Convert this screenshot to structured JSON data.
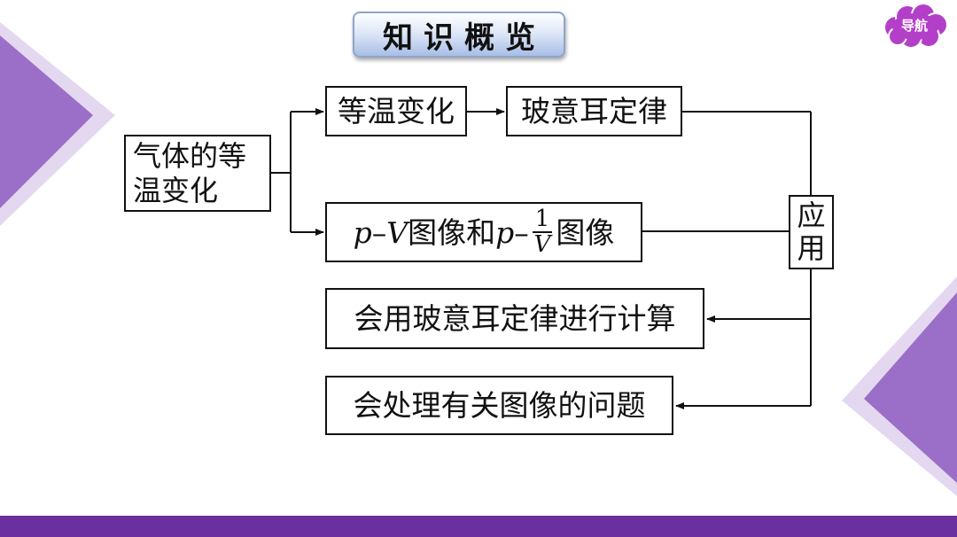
{
  "header": {
    "title": "知识概览"
  },
  "nav": {
    "label": "导航"
  },
  "diagram": {
    "root": [
      "气体的等",
      "温变化"
    ],
    "isothermal": "等温变化",
    "boyle_law": "玻意耳定律",
    "graph_parts": {
      "p1": "p",
      "dash1": "–",
      "v": "V",
      "t1": "图像和",
      "p2": "p",
      "dash2": "–",
      "num": "1",
      "den": "V",
      "t2": "图像"
    },
    "apply": [
      "应",
      "用"
    ],
    "apply_calc": "会用玻意耳定律进行计算",
    "apply_graph": "会处理有关图像的问题"
  },
  "colors": {
    "accent": "#6b2fa0",
    "decor_light": "#d9c9ea",
    "decor_mid": "#a47fcb",
    "decor_dark": "#8a5cba"
  }
}
